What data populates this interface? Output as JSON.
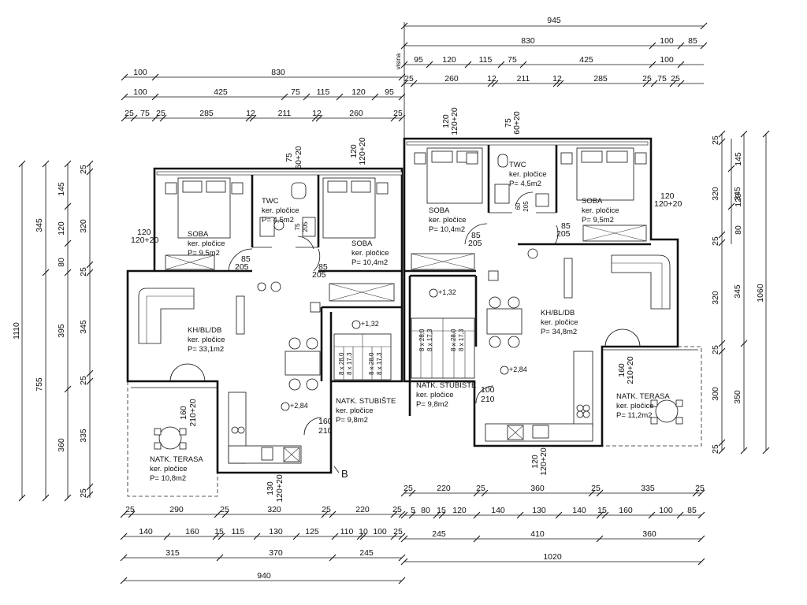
{
  "dimensions": {
    "top_right": {
      "row1": [
        "945"
      ],
      "row2": [
        "830",
        "100",
        "85"
      ],
      "row3": [
        "95",
        "120",
        "115",
        "75",
        "425",
        "100"
      ],
      "row4": [
        "25",
        "260",
        "12",
        "211",
        "12",
        "285",
        "25",
        "75",
        "25"
      ],
      "side_label": "visina"
    },
    "top_left": {
      "row1": [
        "100",
        "830"
      ],
      "row2": [
        "100",
        "425",
        "75",
        "115",
        "120",
        "95"
      ],
      "row3": [
        "25",
        "75",
        "25",
        "285",
        "12",
        "211",
        "12",
        "260",
        "25"
      ]
    },
    "left": {
      "outer": [
        "1110"
      ],
      "mid": [
        "345",
        "755"
      ],
      "inner1": [
        "145",
        "120",
        "80",
        "395",
        "360"
      ],
      "inner2": [
        "25",
        "320",
        "25",
        "345",
        "25",
        "335",
        "25"
      ]
    },
    "right": {
      "outer": [
        "1060"
      ],
      "mid": [
        "345",
        "350"
      ],
      "inner1": [
        "145",
        "120",
        "80",
        "320",
        "300"
      ],
      "inner2": [
        "25",
        "320",
        "25",
        "25",
        "25"
      ],
      "extra": [
        "345"
      ]
    },
    "bottom_right": {
      "row1": [
        "25",
        "220",
        "25",
        "360",
        "25",
        "335",
        "25"
      ],
      "row2": [
        "5",
        "80",
        "15",
        "120",
        "140",
        "130",
        "140",
        "15",
        "160",
        "100",
        "85"
      ],
      "row3": [
        "245",
        "410",
        "360"
      ],
      "row4": [
        "1020"
      ]
    },
    "bottom_left": {
      "row1": [
        "25",
        "290",
        "25",
        "320",
        "25",
        "220",
        "25"
      ],
      "row2": [
        "140",
        "160",
        "15",
        "115",
        "130",
        "125",
        "110",
        "10",
        "100",
        "25"
      ],
      "row3": [
        "315",
        "370",
        "245"
      ],
      "row4": [
        "940"
      ]
    }
  },
  "openings": {
    "w120_left": "120",
    "w120_left_b": "120+20",
    "w75_top": "75",
    "w75_top_b": "60+20",
    "w120_top": "120",
    "w120_top_b": "120+20",
    "d85_a": "85",
    "d205_a": "205",
    "d85_b": "85",
    "d205_b": "205",
    "d160_terrace_l": "160",
    "d160_terrace_l_b": "210+20",
    "d160_stair_l": "160",
    "d160_stair_l_b": "210",
    "w130_bottom_l": "130",
    "w130_bottom_l_b": "120+20",
    "w120_top_r": "120",
    "w120_top_r_b": "120+20",
    "w75_top_r": "75",
    "w75_top_r_b": "60+20",
    "w120_right_r": "120",
    "w120_right_r_b": "120+20",
    "d85_c": "85",
    "d205_c": "205",
    "d85_d": "85",
    "d205_d": "205",
    "d60_twc_r": "60",
    "d205_twc_r": "205",
    "d75_twc_l": "75",
    "d205_twc_l": "205",
    "d160_terrace_r": "160",
    "d160_terrace_r_b": "210+20",
    "d100_stair_r": "100",
    "d100_stair_r_b": "210",
    "w120_bottom_r": "120",
    "w120_bottom_r_b": "120+20"
  },
  "stairs": {
    "left_a": "8 x 28,0",
    "left_b": "8 x 17,3",
    "right_a": "8 x 28,0",
    "right_b": "8 x 17,3"
  },
  "rooms": {
    "left": {
      "soba1": {
        "name": "SOBA",
        "finish": "ker. pločice",
        "area": "P= 9,5m2"
      },
      "twc": {
        "name": "TWC",
        "finish": "ker. pločice",
        "area": "P= 4,5m2"
      },
      "soba2": {
        "name": "SOBA",
        "finish": "ker. pločice",
        "area": "P= 10,4m2"
      },
      "kbd": {
        "name": "KH/BL/DB",
        "finish": "ker. pločice",
        "area": "P= 33,1m2"
      },
      "terasa": {
        "name": "NATK. TERASA",
        "finish": "ker. pločice",
        "area": "P= 10,8m2"
      },
      "stubiste": {
        "name": "NATK. STUBIŠTE",
        "finish": "ker. pločice",
        "area": "P= 9,8m2"
      }
    },
    "right": {
      "soba1": {
        "name": "SOBA",
        "finish": "ker. pločice",
        "area": "P= 10,4m2"
      },
      "twc": {
        "name": "TWC",
        "finish": "ker. pločice",
        "area": "P= 4,5m2"
      },
      "soba2": {
        "name": "SOBA",
        "finish": "ker. pločice",
        "area": "P= 9,5m2"
      },
      "kbd": {
        "name": "KH/BL/DB",
        "finish": "ker. pločice",
        "area": "P= 34,8m2"
      },
      "stubiste": {
        "name": "NATK. STUBIŠTE",
        "finish": "ker. pločice",
        "area": "P= 9,8m2"
      },
      "terasa": {
        "name": "NATK. TERASA",
        "finish": "ker. pločice",
        "area": "P= 11,2m2"
      }
    }
  },
  "levels": {
    "l_stair": "+1,32",
    "l_kitchen": "+2,84",
    "r_stair": "+1,32",
    "r_kitchen": "+2,84"
  },
  "section_mark": "B"
}
